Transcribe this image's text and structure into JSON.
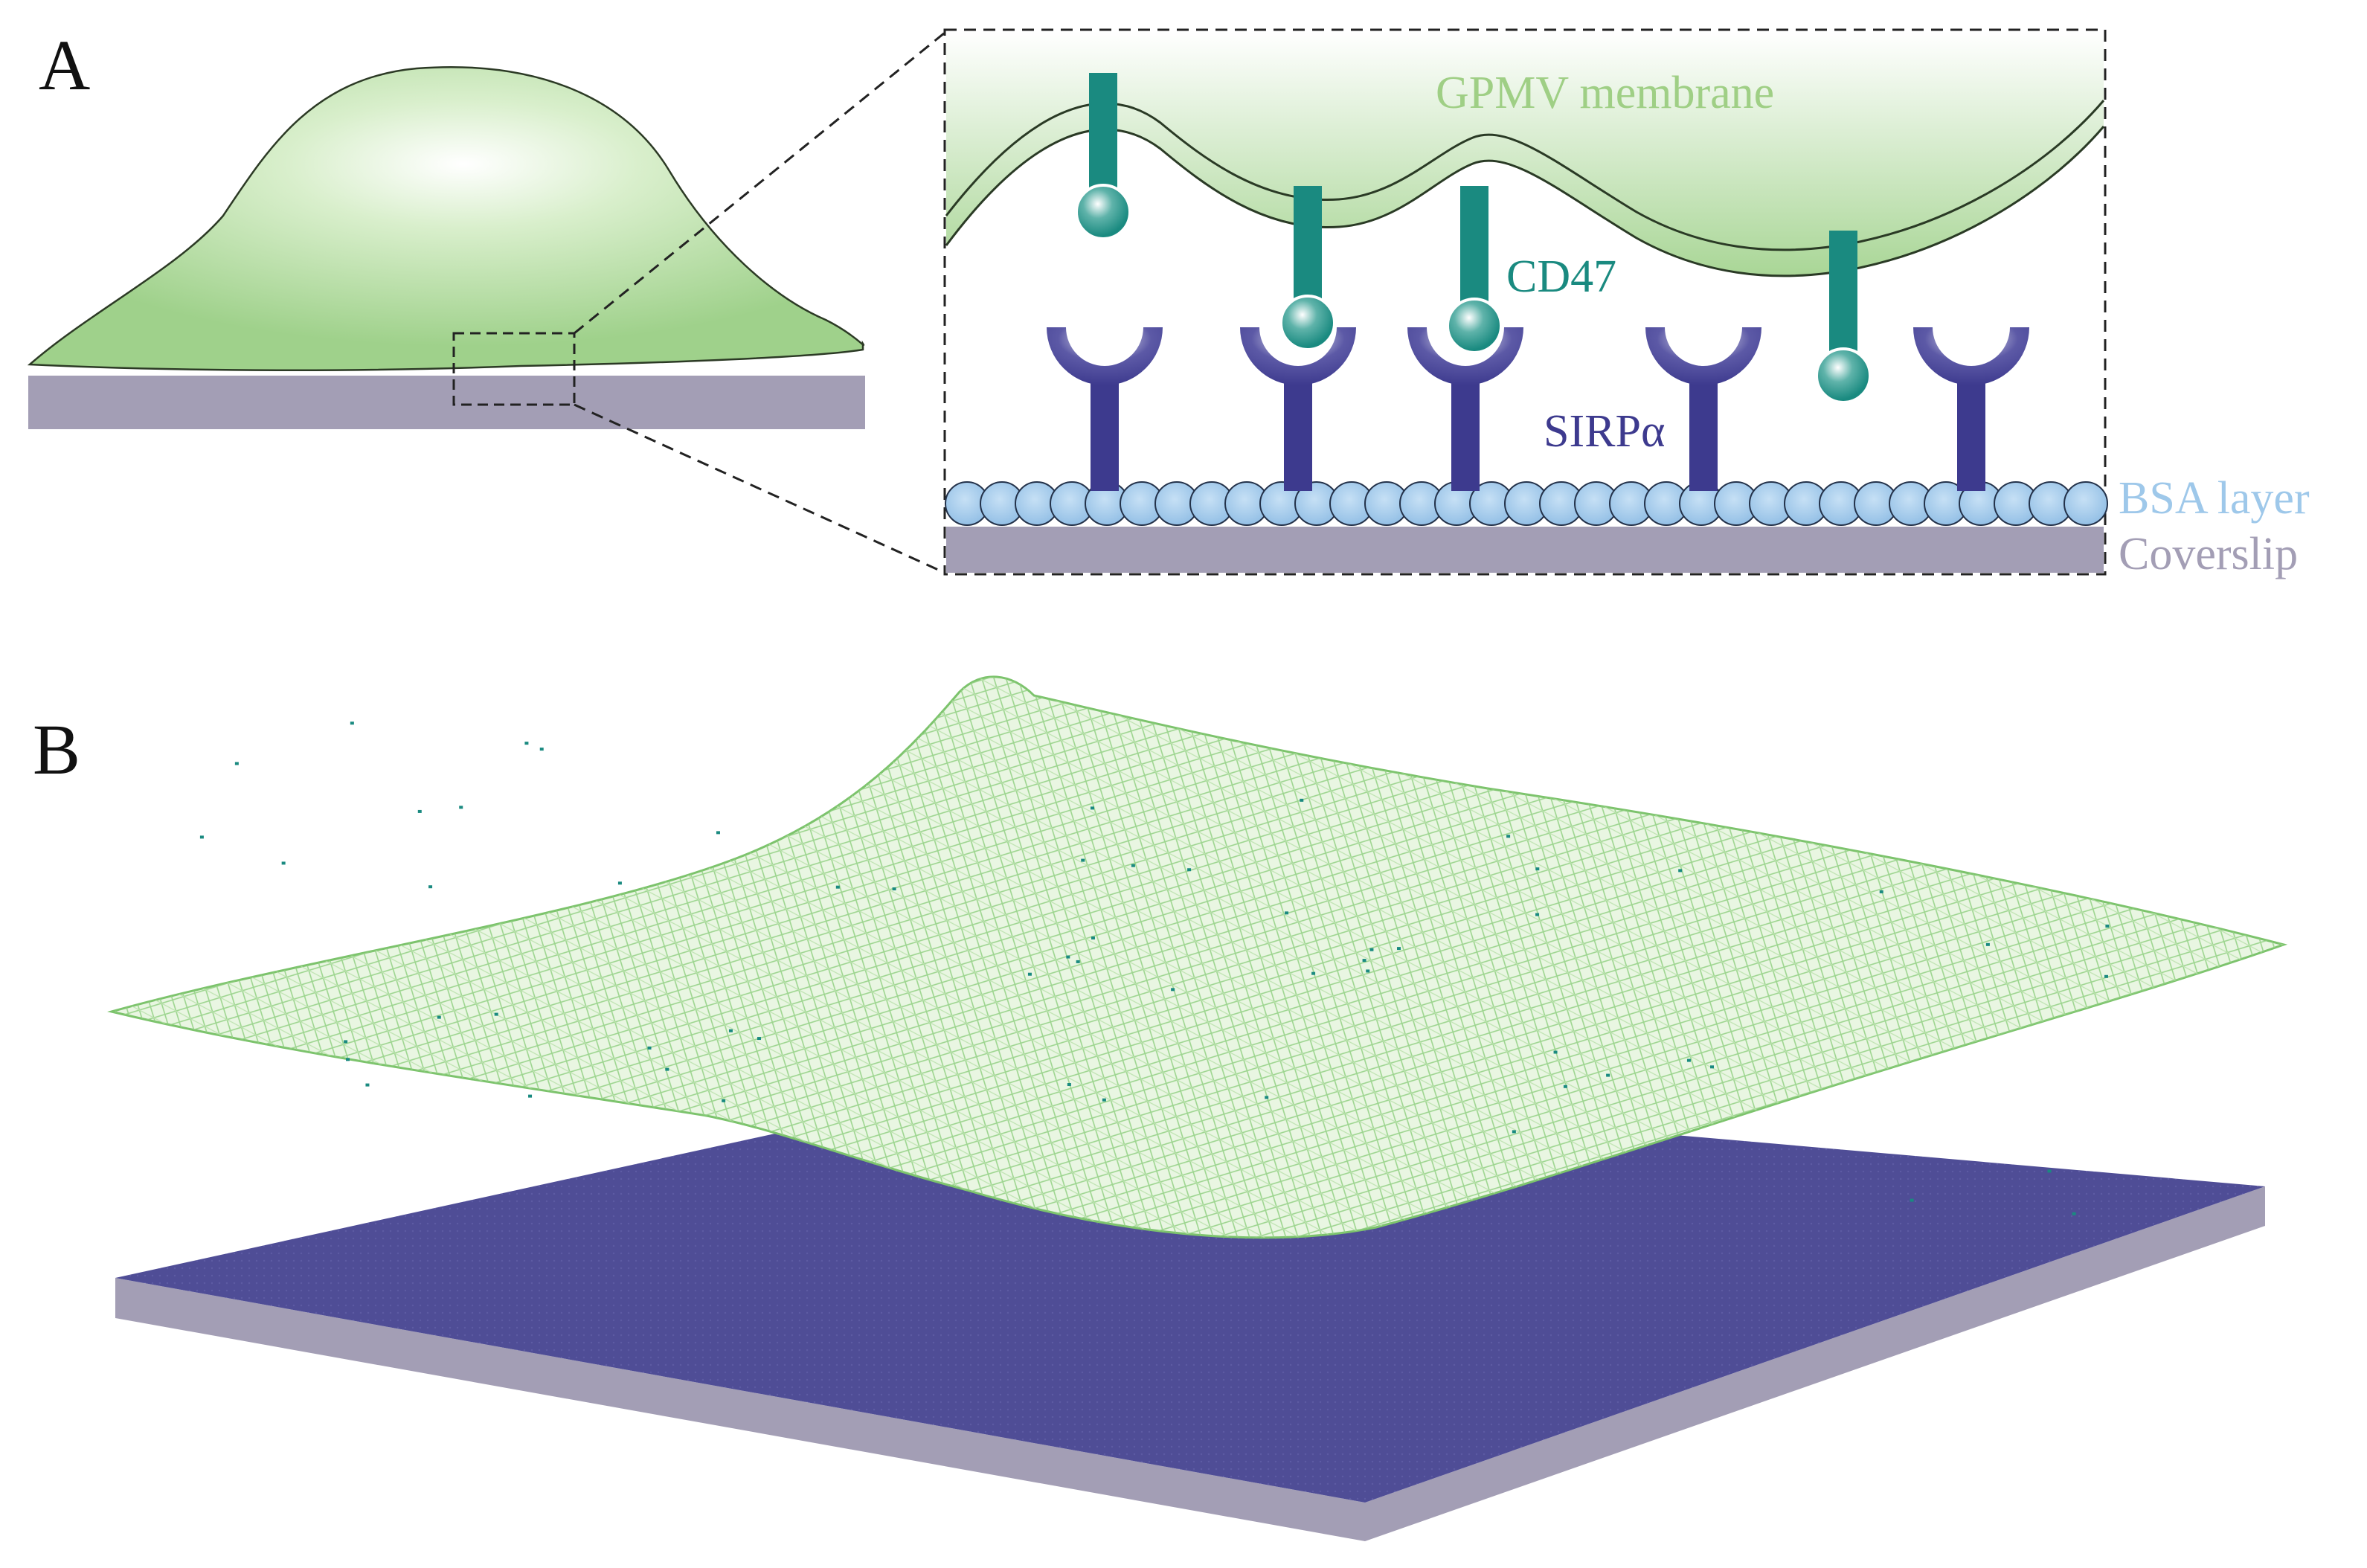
{
  "panels": {
    "a": {
      "letter": "A"
    },
    "b": {
      "letter": "B"
    }
  },
  "labels": {
    "membrane": "GPMV membrane",
    "cd47": "CD47",
    "sirpa": "SIRPα",
    "bsa": "BSA layer",
    "coverslip": "Coverslip"
  },
  "colors": {
    "membrane_green": "#9fd18b",
    "membrane_label": "#9fcf85",
    "cd47_teal": "#1a8a80",
    "sirpa_indigo": "#3d3a8e",
    "bsa_blue": "#9ec8ea",
    "coverslip_gray": "#a39eb5",
    "substrate_blue": "#4f4d96"
  }
}
